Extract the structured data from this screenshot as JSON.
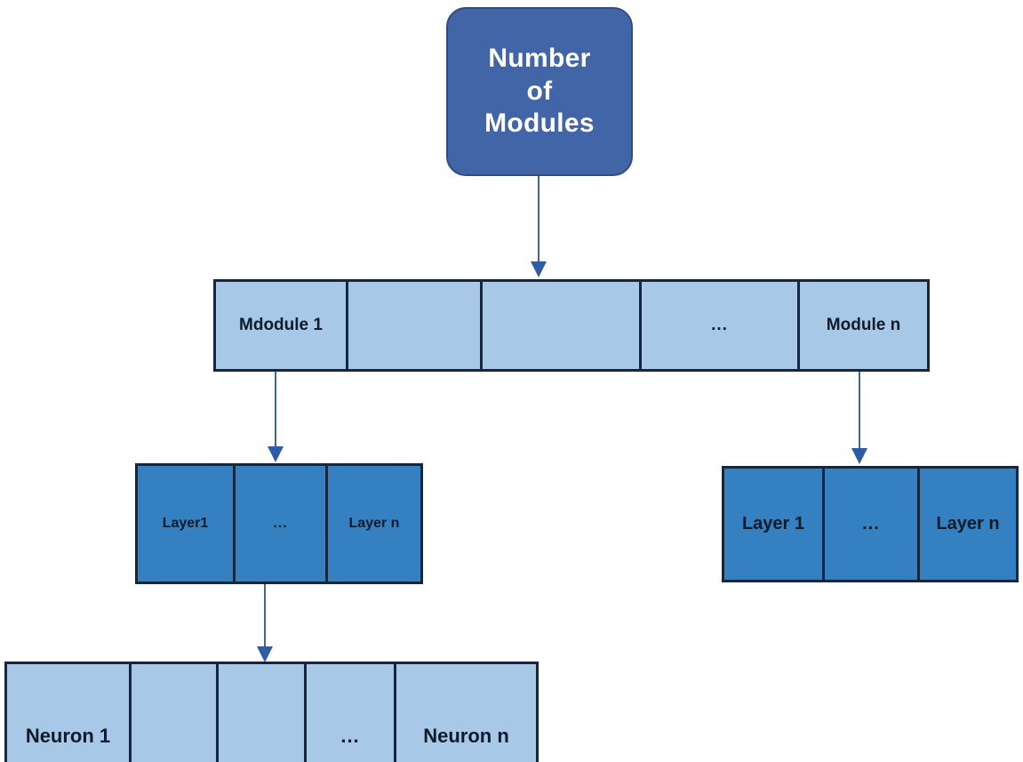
{
  "diagram": {
    "title_node": {
      "lines": [
        "Number",
        "of",
        "Modules"
      ],
      "fill_color": "#4265a8",
      "text_color": "#ffffff"
    },
    "modules_row": {
      "fill_color": "#a8c8e8",
      "cells": [
        {
          "label": "Mdodule 1"
        },
        {
          "label": ""
        },
        {
          "label": ""
        },
        {
          "label": "..."
        },
        {
          "label": "Module n"
        }
      ]
    },
    "layers_left_row": {
      "fill_color": "#3480c0",
      "cells": [
        {
          "label": "Layer1"
        },
        {
          "label": "..."
        },
        {
          "label": "Layer n"
        }
      ]
    },
    "layers_right_row": {
      "fill_color": "#3480c0",
      "cells": [
        {
          "label": "Layer 1"
        },
        {
          "label": "..."
        },
        {
          "label": "Layer n"
        }
      ]
    },
    "neurons_row": {
      "fill_color": "#a8c8e8",
      "cells": [
        {
          "label": "Neuron 1"
        },
        {
          "label": ""
        },
        {
          "label": ""
        },
        {
          "label": "..."
        },
        {
          "label": "Neuron n"
        }
      ]
    },
    "arrows": [
      {
        "name": "number-of-modules-to-modules"
      },
      {
        "name": "module-1-to-layers"
      },
      {
        "name": "module-n-to-layers"
      },
      {
        "name": "layers-to-neurons"
      }
    ],
    "accent_color": "#46649c",
    "border_color": "#16263c"
  }
}
